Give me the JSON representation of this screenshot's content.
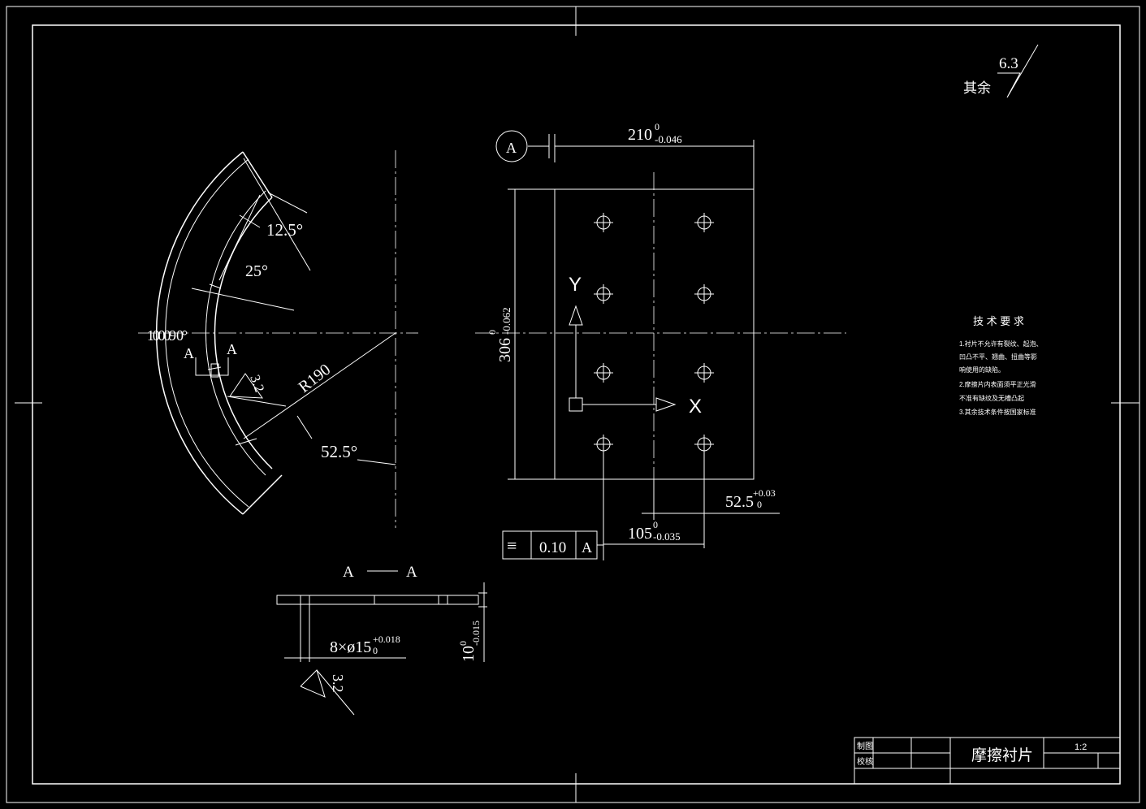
{
  "roughness_general": {
    "prefix": "其余",
    "value": "6.3"
  },
  "front_view": {
    "width_dim": {
      "nominal": "210",
      "upper": "0",
      "lower": "-0.046"
    },
    "height_dim": {
      "nominal": "306",
      "upper": "0",
      "lower": "-0.062"
    },
    "hole_x_dim": {
      "nominal": "52.5",
      "upper": "+0.03",
      "lower": "0"
    },
    "hole_pitch_dim": {
      "nominal": "105",
      "upper": "0",
      "lower": "-0.035"
    },
    "datum": "A",
    "axis_y": "Y",
    "axis_x": "X",
    "tolerance_frame": {
      "symbol": "≡",
      "value": "0.10",
      "datum": "A"
    }
  },
  "side_view": {
    "angle_small": "12.5°",
    "angle_mid": "25°",
    "angle_large": "52.5°",
    "radius": "R190",
    "overlap_label": "10009 0°",
    "section_mark_left": "A",
    "section_mark_right": "A",
    "roughness": "3.2"
  },
  "section_view": {
    "title_left": "A",
    "title_right": "A",
    "hole_dim": {
      "text": "8×ø15",
      "upper": "+0.018",
      "lower": "0"
    },
    "thickness_dim": {
      "nominal": "10",
      "upper": "0",
      "lower": "-0.015"
    },
    "roughness": "3.2"
  },
  "tech_requirements": {
    "title": "技 术 要 求",
    "lines": [
      "1.衬片不允许有裂纹、起泡、",
      "凹凸不平、翘曲、扭曲等影",
      "响使用的缺陷。",
      "2.摩擦片内表面须平正光滑",
      "不准有缺纹及无槽凸起",
      "3.其余技术条件按国家标准"
    ]
  },
  "title_block": {
    "drawn_label": "制图",
    "checked_label": "校核",
    "part_name": "摩擦衬片",
    "scale": "1:2"
  }
}
